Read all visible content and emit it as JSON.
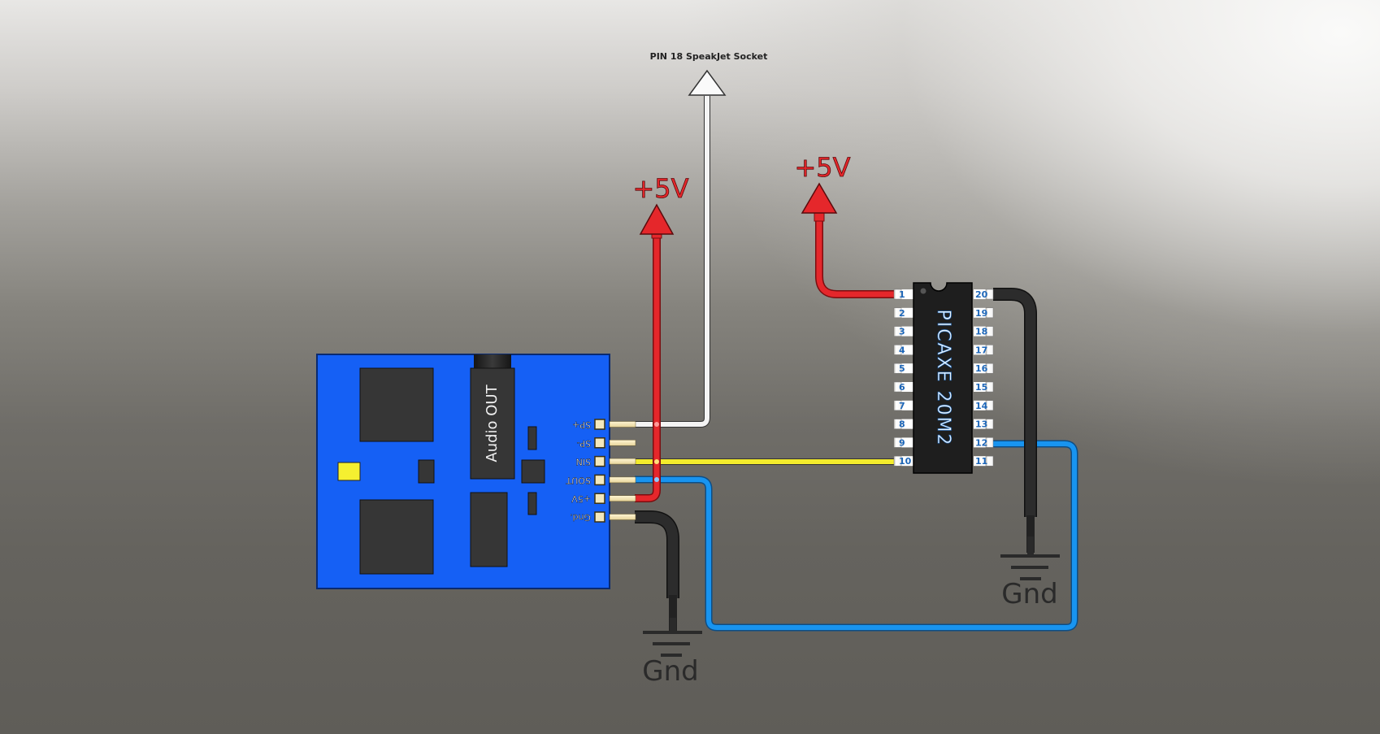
{
  "diagram": {
    "title": "SpeakJet / PICAXE 20M2 wiring diagram",
    "labels": {
      "pin18": "PIN 18 SpeakJet Socket",
      "plus5v_left": "+5V",
      "plus5v_right": "+5V",
      "gnd_left": "Gnd",
      "gnd_right": "Gnd",
      "audio_out": "Audio OUT",
      "chip_name": "PICAXE 20M2"
    },
    "module_pins": [
      "SP+",
      "SP-",
      "SIN",
      "SOUT",
      "+5V",
      "Gnd."
    ],
    "chip_left_pins": [
      "1",
      "2",
      "3",
      "4",
      "5",
      "6",
      "7",
      "8",
      "9",
      "10"
    ],
    "chip_right_pins": [
      "20",
      "19",
      "18",
      "17",
      "16",
      "15",
      "14",
      "13",
      "12",
      "11"
    ],
    "colors": {
      "module_board": "#1560f5",
      "component": "#363636",
      "led": "#f5f030",
      "wire_red": "#e5272b",
      "wire_white": "#f4f4f4",
      "wire_yellow": "#f4ec2c",
      "wire_blue": "#1894f0",
      "wire_black": "#262626",
      "pin_number": "#1d66b8",
      "chip_text": "#e8f4ff"
    },
    "connections": [
      {
        "from": "SP+",
        "to": "PIN 18 SpeakJet Socket",
        "color": "white"
      },
      {
        "from": "SIN",
        "to": "pin 10",
        "color": "yellow"
      },
      {
        "from": "SOUT",
        "to": "pin 12",
        "color": "blue"
      },
      {
        "from": "+5V",
        "to": "+5V",
        "color": "red"
      },
      {
        "from": "Gnd.",
        "to": "Gnd",
        "color": "black"
      },
      {
        "from": "pin 1",
        "to": "+5V",
        "color": "red"
      },
      {
        "from": "pin 20",
        "to": "Gnd",
        "color": "black"
      }
    ]
  }
}
